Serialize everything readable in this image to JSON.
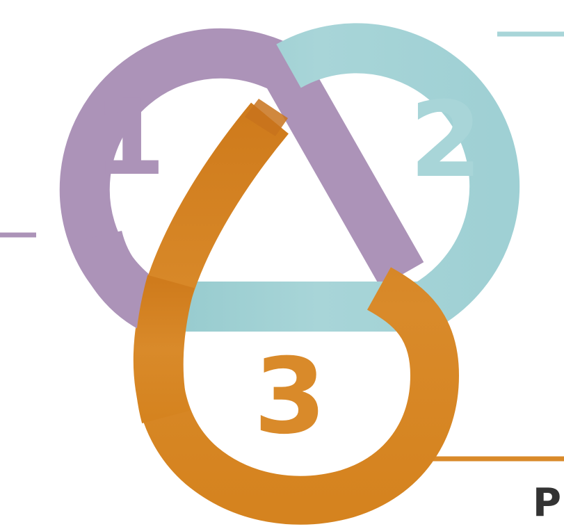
{
  "diagram": {
    "loops": [
      {
        "id": "1",
        "label": "1",
        "color": "#ac93b8"
      },
      {
        "id": "2",
        "label": "2",
        "color": "#a8d5d8"
      },
      {
        "id": "3",
        "label": "3",
        "color": "#d98a2a"
      }
    ],
    "connector_colors": {
      "purple": "#ac93b8",
      "teal": "#a8d5d8",
      "orange": "#d98a2a"
    },
    "cropped_text": "P"
  }
}
